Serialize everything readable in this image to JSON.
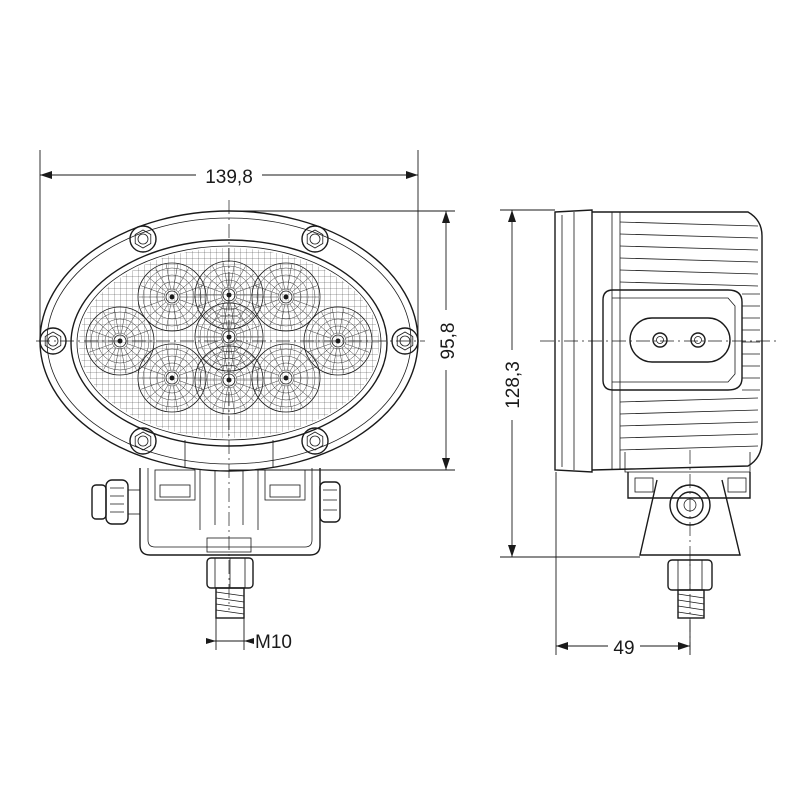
{
  "drawing": {
    "dimensions": {
      "width": "139,8",
      "height_front": "95,8",
      "height_side": "128,3",
      "depth": "49",
      "thread": "M10"
    },
    "views": [
      "front-view",
      "side-view"
    ],
    "led_count": 9,
    "line_color": "#1a1a1a",
    "background_color": "#ffffff"
  }
}
